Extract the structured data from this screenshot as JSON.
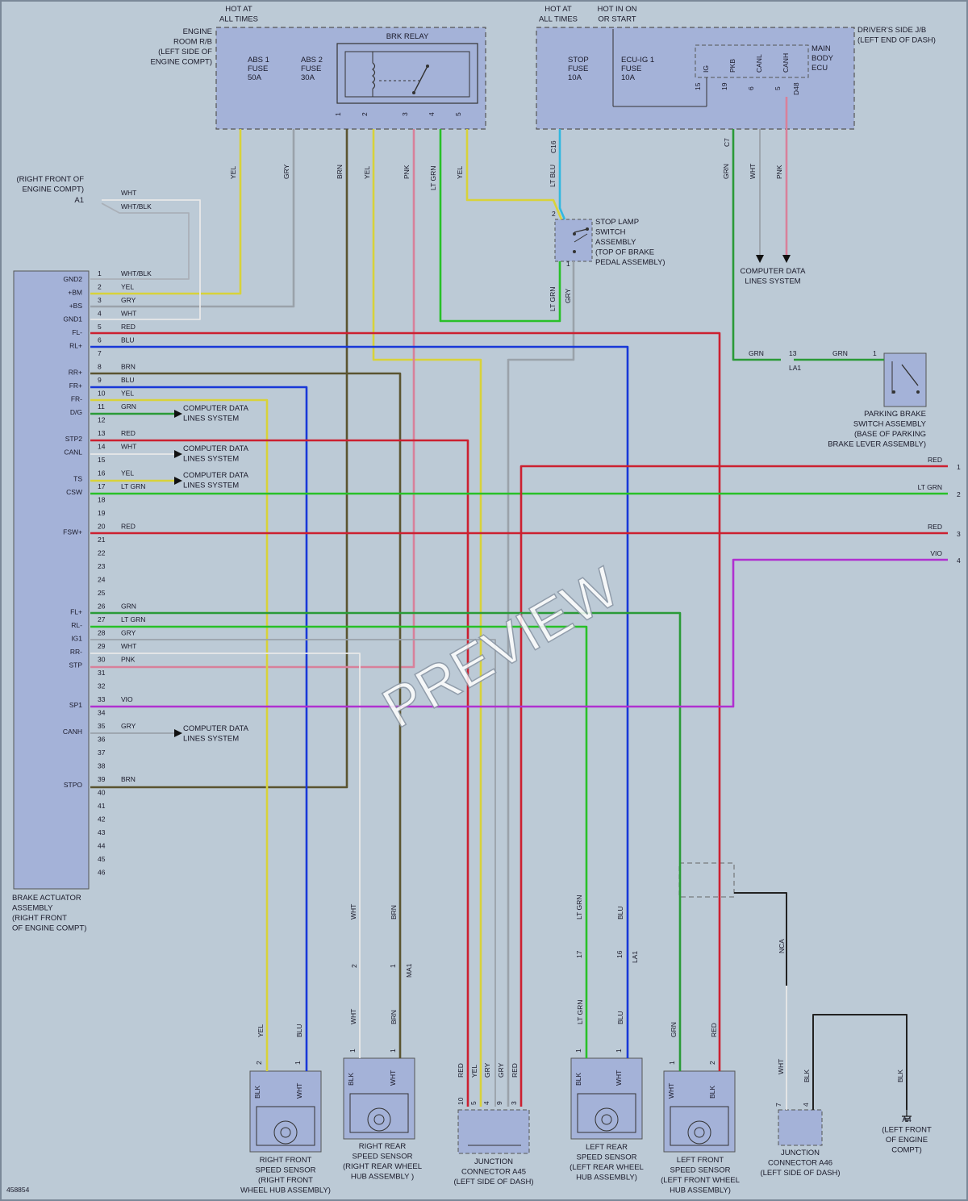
{
  "figure_id": "458854",
  "watermark": "PREVIEW",
  "colors": {
    "background": "#bccad6",
    "box_fill": "#a4b2d8",
    "box_dash": "#555",
    "YEL": "#d8d23a",
    "GRY": "#9aa2aa",
    "BRN": "#5a5430",
    "PNK": "#d8809a",
    "LT GRN": "#28c028",
    "LT BLU": "#30b8e0",
    "GRN": "#2a9a38",
    "WHT": "#e8e8e8",
    "RED": "#cc2030",
    "BLU": "#1838d8",
    "VIO": "#b030d0",
    "BLK": "#222222",
    "WHT/BLK": "#aab0b8"
  },
  "labels": {
    "hot_all1": [
      "HOT AT",
      "ALL TIMES"
    ],
    "hot_all2": [
      "HOT AT",
      "ALL TIMES"
    ],
    "hot_on": [
      "HOT IN ON",
      "OR START"
    ],
    "engine_rb": [
      "ENGINE",
      "ROOM R/B",
      "(LEFT SIDE OF",
      "ENGINE COMPT)"
    ],
    "abs1": [
      "ABS 1",
      "FUSE",
      "50A"
    ],
    "abs2": [
      "ABS 2",
      "FUSE",
      "30A"
    ],
    "brk_relay": "BRK RELAY",
    "drivers_jb": [
      "DRIVER'S SIDE J/B",
      "(LEFT END OF DASH)"
    ],
    "stop_fuse": [
      "STOP",
      "FUSE",
      "10A"
    ],
    "ecu_fuse": [
      "ECU-IG 1",
      "FUSE",
      "10A"
    ],
    "main_body": [
      "MAIN",
      "BODY",
      "ECU"
    ],
    "mb_pins": [
      "IG",
      "PKB",
      "CANL",
      "CANH"
    ],
    "mb_nums": [
      "15",
      "19",
      "6",
      "5"
    ],
    "d48": "D48",
    "c16": "C16",
    "c7": "C7",
    "stop_switch": [
      "STOP LAMP",
      "SWITCH",
      "ASSEMBLY",
      "(TOP OF BRAKE",
      "PEDAL ASSEMBLY)"
    ],
    "cdls": [
      "COMPUTER DATA",
      "LINES SYSTEM"
    ],
    "right_front_engine": [
      "(RIGHT FRONT OF",
      "ENGINE COMPT)"
    ],
    "a1": "A1",
    "parking": [
      "PARKING BRAKE",
      "SWITCH ASSEMBLY",
      "(BASE OF PARKING",
      "BRAKE LEVER ASSEMBLY)"
    ],
    "la1": "LA1",
    "ma1": "MA1",
    "brake_actuator": [
      "BRAKE ACTUATOR",
      "ASSEMBLY",
      "(RIGHT FRONT",
      "OF ENGINE COMPT)"
    ],
    "rf_sensor": [
      "RIGHT FRONT",
      "SPEED SENSOR",
      "(RIGHT FRONT",
      "WHEEL HUB ASSEMBLY)"
    ],
    "rr_sensor": [
      "RIGHT REAR",
      "SPEED SENSOR",
      "(RIGHT REAR WHEEL",
      "HUB ASSEMBLY )"
    ],
    "ja45": [
      "JUNCTION",
      "CONNECTOR A45",
      "(LEFT SIDE OF DASH)"
    ],
    "lr_sensor": [
      "LEFT REAR",
      "SPEED SENSOR",
      "(LEFT REAR WHEEL",
      "HUB ASSEMBLY)"
    ],
    "lf_sensor": [
      "LEFT FRONT",
      "SPEED SENSOR",
      "(LEFT FRONT WHEEL",
      "HUB ASSEMBLY)"
    ],
    "ja46": [
      "JUNCTION",
      "CONNECTOR A46",
      "(LEFT SIDE OF DASH)"
    ],
    "a4": [
      "A4",
      "(LEFT FRONT",
      "OF ENGINE",
      "COMPT)"
    ],
    "nca": "NCA"
  },
  "wire_labels": [
    {
      "t": "YEL"
    },
    {
      "t": "GRY"
    },
    {
      "t": "BRN"
    },
    {
      "t": "YEL"
    },
    {
      "t": "PNK"
    },
    {
      "t": "LT GRN"
    },
    {
      "t": "YEL"
    },
    {
      "t": "LT BLU"
    },
    {
      "t": "GRN"
    },
    {
      "t": "WHT"
    },
    {
      "t": "PNK"
    },
    {
      "t": "LT GRN"
    },
    {
      "t": "GRY"
    },
    {
      "t": "WHT"
    },
    {
      "t": "BRN"
    },
    {
      "t": "LT GRN"
    },
    {
      "t": "BLU"
    },
    {
      "t": "NCA"
    },
    {
      "t": "YEL"
    },
    {
      "t": "BLU"
    },
    {
      "t": "WHT"
    },
    {
      "t": "BRN"
    },
    {
      "t": "RED"
    },
    {
      "t": "YEL"
    },
    {
      "t": "GRY"
    },
    {
      "t": "GRY"
    },
    {
      "t": "RED"
    },
    {
      "t": "LT GRN"
    },
    {
      "t": "BLU"
    },
    {
      "t": "GRN"
    },
    {
      "t": "RED"
    },
    {
      "t": "WHT"
    },
    {
      "t": "BLK"
    },
    {
      "t": "BLK"
    }
  ],
  "terminals": [
    {
      "pin": "1",
      "name": "GND2",
      "wire": "WHT/BLK"
    },
    {
      "pin": "2",
      "name": "+BM",
      "wire": "YEL"
    },
    {
      "pin": "3",
      "name": "+BS",
      "wire": "GRY"
    },
    {
      "pin": "4",
      "name": "GND1",
      "wire": "WHT"
    },
    {
      "pin": "5",
      "name": "FL-",
      "wire": "RED"
    },
    {
      "pin": "6",
      "name": "RL+",
      "wire": "BLU"
    },
    {
      "pin": "7",
      "name": "",
      "wire": ""
    },
    {
      "pin": "8",
      "name": "RR+",
      "wire": "BRN"
    },
    {
      "pin": "9",
      "name": "FR+",
      "wire": "BLU"
    },
    {
      "pin": "10",
      "name": "FR-",
      "wire": "YEL"
    },
    {
      "pin": "11",
      "name": "D/G",
      "wire": "GRN"
    },
    {
      "pin": "12",
      "name": "",
      "wire": ""
    },
    {
      "pin": "13",
      "name": "STP2",
      "wire": "RED"
    },
    {
      "pin": "14",
      "name": "CANL",
      "wire": "WHT"
    },
    {
      "pin": "15",
      "name": "",
      "wire": ""
    },
    {
      "pin": "16",
      "name": "TS",
      "wire": "YEL"
    },
    {
      "pin": "17",
      "name": "CSW",
      "wire": "LT GRN"
    },
    {
      "pin": "18",
      "name": "",
      "wire": ""
    },
    {
      "pin": "19",
      "name": "",
      "wire": ""
    },
    {
      "pin": "20",
      "name": "FSW+",
      "wire": "RED"
    },
    {
      "pin": "21",
      "name": "",
      "wire": ""
    },
    {
      "pin": "22",
      "name": "",
      "wire": ""
    },
    {
      "pin": "23",
      "name": "",
      "wire": ""
    },
    {
      "pin": "24",
      "name": "",
      "wire": ""
    },
    {
      "pin": "25",
      "name": "",
      "wire": ""
    },
    {
      "pin": "26",
      "name": "FL+",
      "wire": "GRN"
    },
    {
      "pin": "27",
      "name": "RL-",
      "wire": "LT GRN"
    },
    {
      "pin": "28",
      "name": "IG1",
      "wire": "GRY"
    },
    {
      "pin": "29",
      "name": "RR-",
      "wire": "WHT"
    },
    {
      "pin": "30",
      "name": "STP",
      "wire": "PNK"
    },
    {
      "pin": "31",
      "name": "",
      "wire": ""
    },
    {
      "pin": "32",
      "name": "",
      "wire": ""
    },
    {
      "pin": "33",
      "name": "SP1",
      "wire": "VIO"
    },
    {
      "pin": "34",
      "name": "",
      "wire": ""
    },
    {
      "pin": "35",
      "name": "CANH",
      "wire": "GRY"
    },
    {
      "pin": "36",
      "name": "",
      "wire": ""
    },
    {
      "pin": "37",
      "name": "",
      "wire": ""
    },
    {
      "pin": "38",
      "name": "",
      "wire": ""
    },
    {
      "pin": "39",
      "name": "STPO",
      "wire": "BRN"
    },
    {
      "pin": "40",
      "name": "",
      "wire": ""
    },
    {
      "pin": "41",
      "name": "",
      "wire": ""
    },
    {
      "pin": "42",
      "name": "",
      "wire": ""
    },
    {
      "pin": "43",
      "name": "",
      "wire": ""
    },
    {
      "pin": "44",
      "name": "",
      "wire": ""
    },
    {
      "pin": "45",
      "name": "",
      "wire": ""
    },
    {
      "pin": "46",
      "name": "",
      "wire": ""
    }
  ],
  "right_exits": [
    {
      "num": "1",
      "wire": "RED"
    },
    {
      "num": "2",
      "wire": "LT GRN"
    },
    {
      "num": "3",
      "wire": "RED"
    },
    {
      "num": "4",
      "wire": "VIO"
    }
  ],
  "pin_numbers": {
    "relay": [
      "1",
      "2",
      "3",
      "4",
      "5"
    ],
    "stop_sw": [
      "2",
      "1"
    ],
    "pb_13": "13",
    "pb_1": "1",
    "ma1_pins": [
      "2",
      "1"
    ],
    "la1_pins": [
      "17",
      "16"
    ],
    "rf": [
      "2",
      "1"
    ],
    "rr": [
      "1",
      "1"
    ],
    "ja45": [
      "10",
      "5",
      "4",
      "9",
      "3"
    ],
    "lr": [
      "1",
      "1"
    ],
    "lf": [
      "1",
      "2"
    ],
    "ja46": [
      "7",
      "4"
    ]
  },
  "sensor_inner": {
    "rf": [
      "BLK",
      "WHT"
    ],
    "rr": [
      "BLK",
      "WHT"
    ],
    "lr": [
      "BLK",
      "WHT"
    ],
    "lf": [
      "WHT",
      "BLK"
    ]
  },
  "wire_tags": {
    "ab_wht": "WHT",
    "ab_whtblk": "WHT/BLK",
    "pb_grn1": "GRN",
    "pb_grn2": "GRN"
  }
}
